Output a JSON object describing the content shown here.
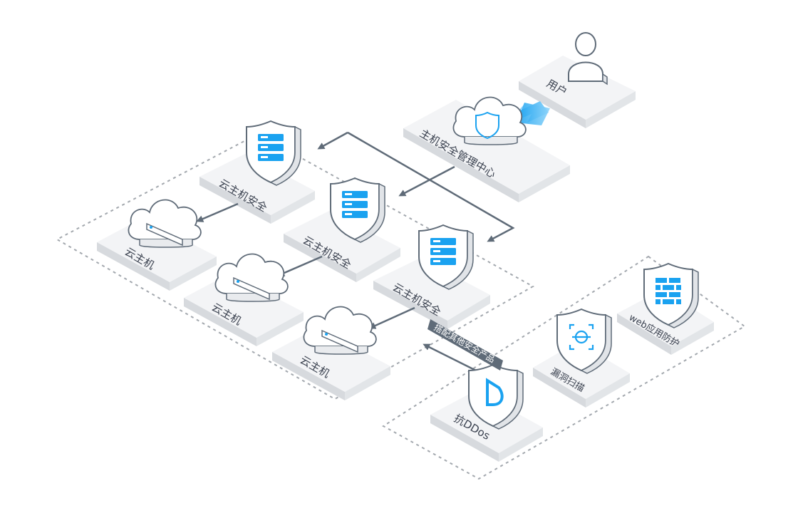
{
  "diagram": {
    "nodes": {
      "user": "用户",
      "host_security_center": "主机安全管理中心",
      "host_security_1": "云主机安全",
      "host_security_2": "云主机安全",
      "host_security_3": "云主机安全",
      "cloud_host_1": "云主机",
      "cloud_host_2": "云主机",
      "cloud_host_3": "云主机",
      "anti_ddos": "抗DDos",
      "vuln_scan": "漏洞扫描",
      "waf": "web应用防护"
    },
    "tag_label": "搭配其他安全产品"
  },
  "colors": {
    "platform_top": "#f3f4f6",
    "platform_side": "#d7dade",
    "stroke": "#5f6b78",
    "accent": "#1aa2f0",
    "dashed_border": "#a3a8ae",
    "arrow": "#5f6b78",
    "tag_bg": "#5f6b78"
  }
}
